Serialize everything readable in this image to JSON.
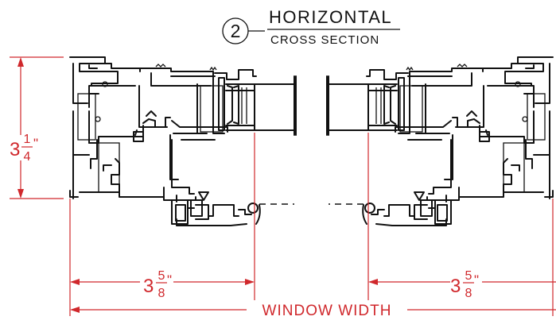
{
  "title": {
    "number": "2",
    "main": "HORIZONTAL",
    "sub": "CROSS SECTION"
  },
  "dimensions": {
    "height": {
      "whole": "3",
      "num": "1",
      "den": "4",
      "unit": "\""
    },
    "left_offset": {
      "whole": "3",
      "num": "5",
      "den": "8",
      "unit": "\""
    },
    "right_offset": {
      "whole": "3",
      "num": "5",
      "den": "8",
      "unit": "\""
    },
    "overall": "WINDOW WIDTH"
  },
  "colors": {
    "dimension": "#d0282c",
    "linework": "#111111"
  }
}
